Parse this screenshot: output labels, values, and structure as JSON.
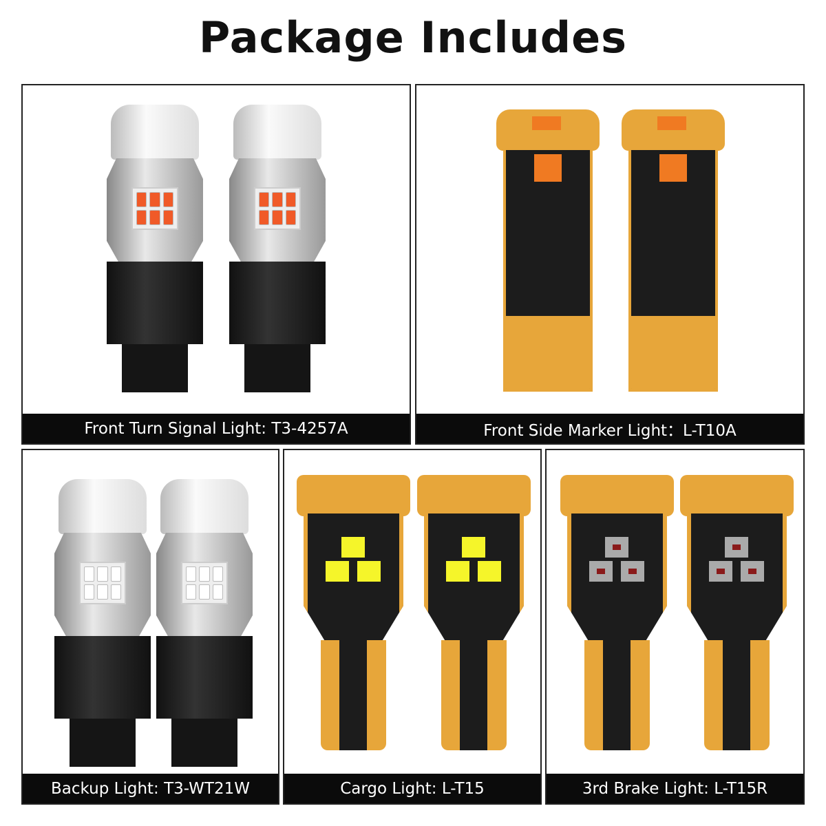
{
  "title": "Package Includes",
  "panels": [
    {
      "caption": "Front Turn Signal Light: T3-4257A",
      "led_color": "#f05a28"
    },
    {
      "caption": "Front Side Marker Light：L-T10A",
      "led_color": "#f07a22"
    },
    {
      "caption": "Backup Light: T3-WT21W",
      "led_color": "#ffffff"
    },
    {
      "caption": "Cargo Light: L-T15",
      "led_color": "#f5f52a"
    },
    {
      "caption": "3rd Brake Light: L-T15R",
      "led_color": "#8a1a1a"
    }
  ],
  "colors": {
    "pcb": "#e7a63a",
    "caption_bg": "#0b0b0b"
  }
}
